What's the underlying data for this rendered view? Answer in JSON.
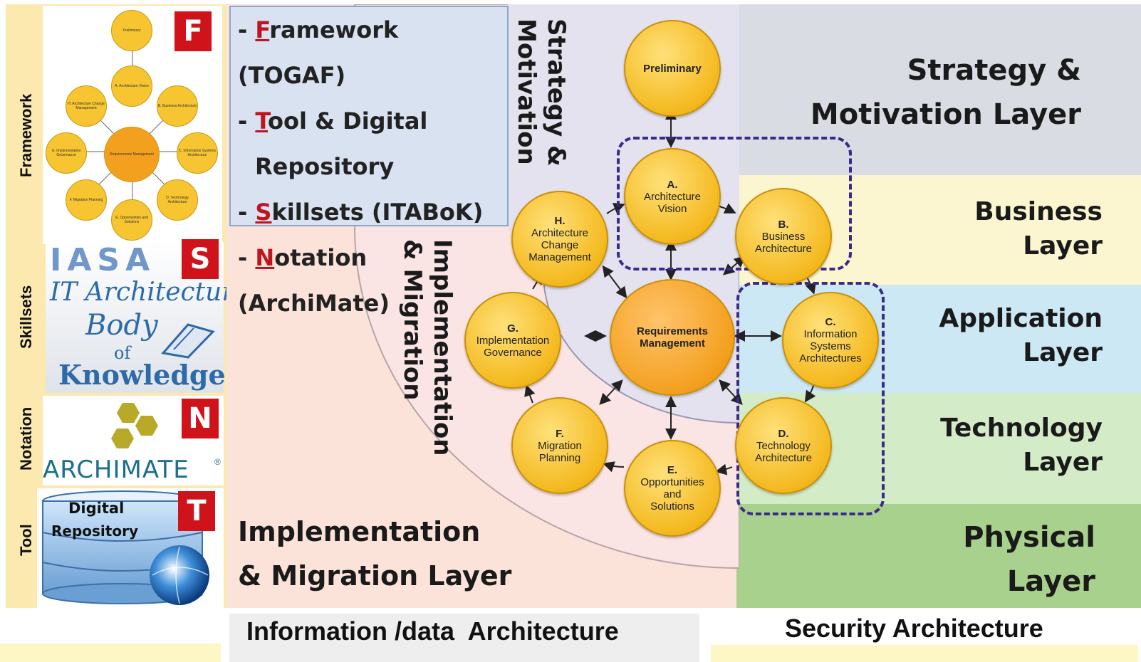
{
  "sidebar": {
    "labels": [
      "Framework",
      "Skillsets",
      "Notation",
      "Tool"
    ],
    "letters": [
      "F",
      "S",
      "N",
      "T"
    ],
    "iasa_logo": "IASA",
    "itabok_lines": [
      "IT Architecture",
      "Body",
      "of",
      "Knowledge"
    ],
    "archimate_text": "ARCHIMATE",
    "archimate_reg": "®",
    "repository_lines": [
      "Digital",
      "Repository"
    ],
    "mini_nodes": [
      "Preliminary",
      "A. Architecture Vision",
      "B. Business Architecture",
      "C. Information Systems Architecture",
      "D. Technology Architecture",
      "E. Opportunities and Solutions",
      "F. Migration Planning",
      "G. Implementation Governance",
      "H. Architecture Change Management",
      "Requirements Management"
    ]
  },
  "framework_list": [
    {
      "prefix": "- ",
      "initial": "F",
      "rest": "ramework (TOGAF)"
    },
    {
      "prefix": "- ",
      "initial": "T",
      "rest": "ool & Digital"
    },
    {
      "prefix": "",
      "initial": "",
      "rest": "Repository"
    },
    {
      "prefix": "- ",
      "initial": "S",
      "rest": "killsets (ITABoK)"
    },
    {
      "prefix": "- ",
      "initial": "N",
      "rest": "otation (ArchiMate)"
    }
  ],
  "vertical_texts": {
    "strategy": [
      "Strategy &",
      "Motivation"
    ],
    "implementation": [
      "Implementation",
      "& Migration"
    ]
  },
  "adm_nodes": {
    "preliminary": {
      "letter": "",
      "lines": [
        "Preliminary"
      ]
    },
    "a": {
      "letter": "A.",
      "lines": [
        "Architecture",
        "Vision"
      ]
    },
    "b": {
      "letter": "B.",
      "lines": [
        "Business",
        "Architecture"
      ]
    },
    "c": {
      "letter": "C.",
      "lines": [
        "Information",
        "Systems",
        "Architectures"
      ]
    },
    "d": {
      "letter": "D.",
      "lines": [
        "Technology",
        "Architecture"
      ]
    },
    "e": {
      "letter": "E.",
      "lines": [
        "Opportunities",
        "and",
        "Solutions"
      ]
    },
    "f": {
      "letter": "F.",
      "lines": [
        "Migration",
        "Planning"
      ]
    },
    "g": {
      "letter": "G.",
      "lines": [
        "Implementation",
        "Governance"
      ]
    },
    "h": {
      "letter": "H.",
      "lines": [
        "Architecture",
        "Change",
        "Management"
      ]
    },
    "rm": {
      "letter": "",
      "lines": [
        "Requirements",
        "Management"
      ]
    }
  },
  "layers": {
    "strategy": [
      "Strategy &",
      "Motivation Layer"
    ],
    "business": [
      "Business",
      "Layer"
    ],
    "application": [
      "Application",
      "Layer"
    ],
    "technology": [
      "Technology",
      "Layer"
    ],
    "physical": [
      "Physical",
      "Layer"
    ],
    "implementation": [
      "Implementation",
      "& Migration Layer"
    ]
  },
  "footer": {
    "information": "Information /data  Architecture",
    "security": "Security Architecture"
  },
  "colors": {
    "strategy_layer": "#d9dce3",
    "business_layer": "#fbf6cf",
    "application_layer": "#cde8f5",
    "technology_layer": "#d3ebc7",
    "physical_layer": "#a9d18e",
    "implementation_layer": "#fce3da",
    "framework_box": "#d9e2f0",
    "dashed_border": "#3b2a8a"
  }
}
